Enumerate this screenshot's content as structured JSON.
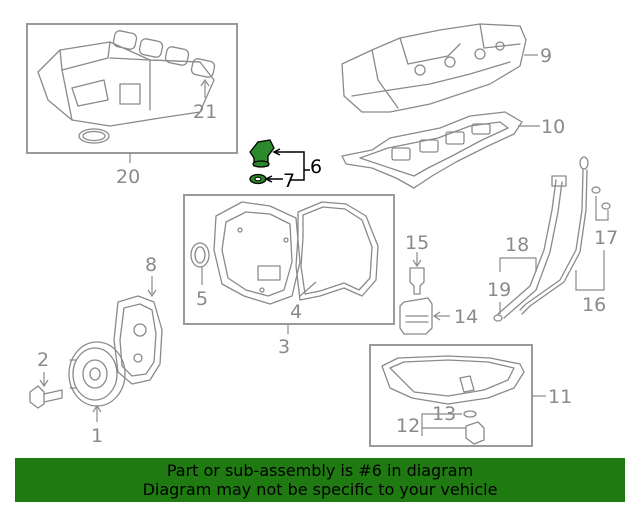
{
  "callouts": {
    "c1": "1",
    "c2": "2",
    "c3": "3",
    "c4": "4",
    "c5": "5",
    "c6": "6",
    "c7": "7",
    "c8": "8",
    "c9": "9",
    "c10": "10",
    "c11": "11",
    "c12": "12",
    "c13": "13",
    "c14": "14",
    "c15": "15",
    "c16": "16",
    "c17": "17",
    "c18": "18",
    "c19": "19",
    "c20": "20",
    "c21": "21"
  },
  "banner": {
    "line1": "Part or sub-assembly is #6 in diagram",
    "line2": "Diagram may not be specific to your vehicle"
  },
  "colors": {
    "highlight": "#2c8a2c",
    "banner_background": "#1f7a12",
    "line_art": "#8a8a8a"
  }
}
